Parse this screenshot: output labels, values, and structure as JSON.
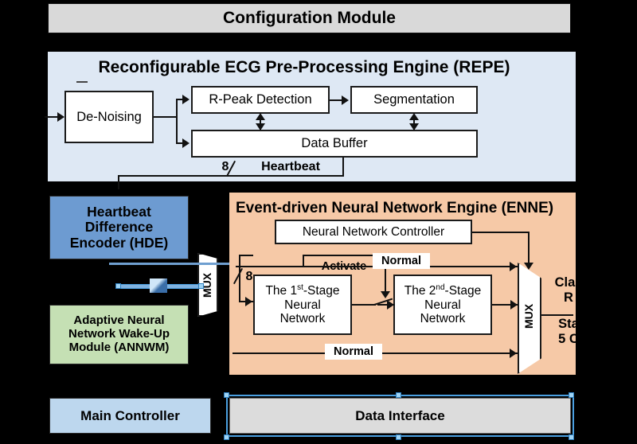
{
  "diagram": {
    "title_bar": {
      "label": "Configuration Module"
    },
    "repe": {
      "title": "Reconfigurable ECG Pre-Processing Engine (REPE)",
      "blocks": {
        "denoising": "De-Noising",
        "r_peak_detection": "R-Peak Detection",
        "segmentation": "Segmentation",
        "data_buffer": "Data Buffer"
      },
      "bus_width": "8",
      "bus_label": "Heartbeat"
    },
    "hde": {
      "line1": "Heartbeat",
      "line2": "Difference",
      "line3": "Encoder (HDE)"
    },
    "annwm": {
      "line1": "Adaptive Neural",
      "line2": "Network Wake-Up",
      "line3": "Module (ANNWM)"
    },
    "enne": {
      "title": "Event-driven Neural Network Engine (ENNE)",
      "controller": "Neural Network Controller",
      "stage1": {
        "line1_pre": "The 1",
        "line1_sup": "st",
        "line1_post": "-Stage",
        "line2": "Neural",
        "line3": "Network"
      },
      "stage2": {
        "line1_pre": "The 2",
        "line1_sup": "nd",
        "line1_post": "-Stage",
        "line2": "Neural",
        "line3": "Network"
      },
      "bus_width": "8",
      "labels": {
        "activate": "Activate",
        "normal_top": "Normal",
        "normal_bottom": "Normal"
      },
      "mux_label": "MUX",
      "outputs": {
        "top_line1": "Clas",
        "top_line2": "R",
        "bottom_line1": "Sta",
        "bottom_line2": "5 C"
      }
    },
    "mux_input_label": "MUX",
    "footer": {
      "main_controller": "Main Controller",
      "data_interface": "Data Interface"
    },
    "colors": {
      "config_bar": "#d9d9d9",
      "repe_bg": "#dee8f4",
      "enne_bg": "#f6c9a7",
      "hde_bg": "#6d9bd1",
      "annwm_bg": "#c5e0b4",
      "main_controller_bg": "#bdd7ee",
      "data_interface_bg": "#dcdcdc",
      "selection_accent": "#4a9fe0",
      "line": "#111111"
    }
  }
}
